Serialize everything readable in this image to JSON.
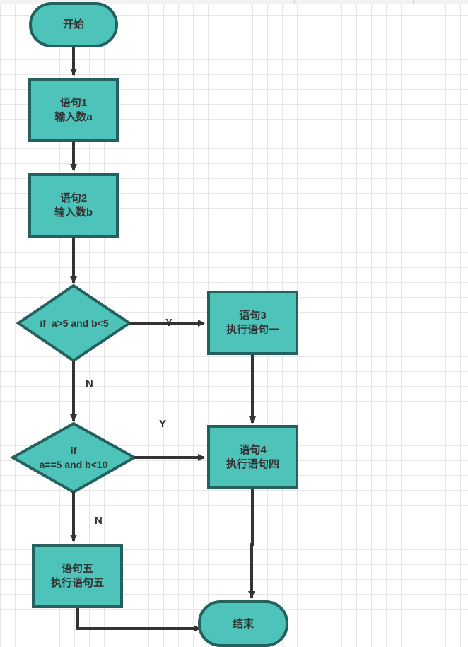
{
  "colors": {
    "fill": "#4ec3b9",
    "stroke": "#23605e",
    "edge": "#333333",
    "grid": "#e6e6e6"
  },
  "nodes": {
    "start": "开始",
    "s1": {
      "line1": "语句1",
      "line2": "输入数a"
    },
    "s2": {
      "line1": "语句2",
      "line2": "输入数b"
    },
    "d1": {
      "text": "if  a>5 and b<5"
    },
    "s3": {
      "line1": "语句3",
      "line2": "执行语句一"
    },
    "d2": {
      "line1": "if",
      "line2": "a==5 and b<10"
    },
    "s4": {
      "line1": "语句4",
      "line2": "执行语句四"
    },
    "s5": {
      "line1": "语句五",
      "line2": "执行语句五"
    },
    "end": "结束"
  },
  "edge_labels": {
    "d1_yes": "Y",
    "d1_no": "N",
    "d2_yes": "Y",
    "d2_no": "N"
  }
}
